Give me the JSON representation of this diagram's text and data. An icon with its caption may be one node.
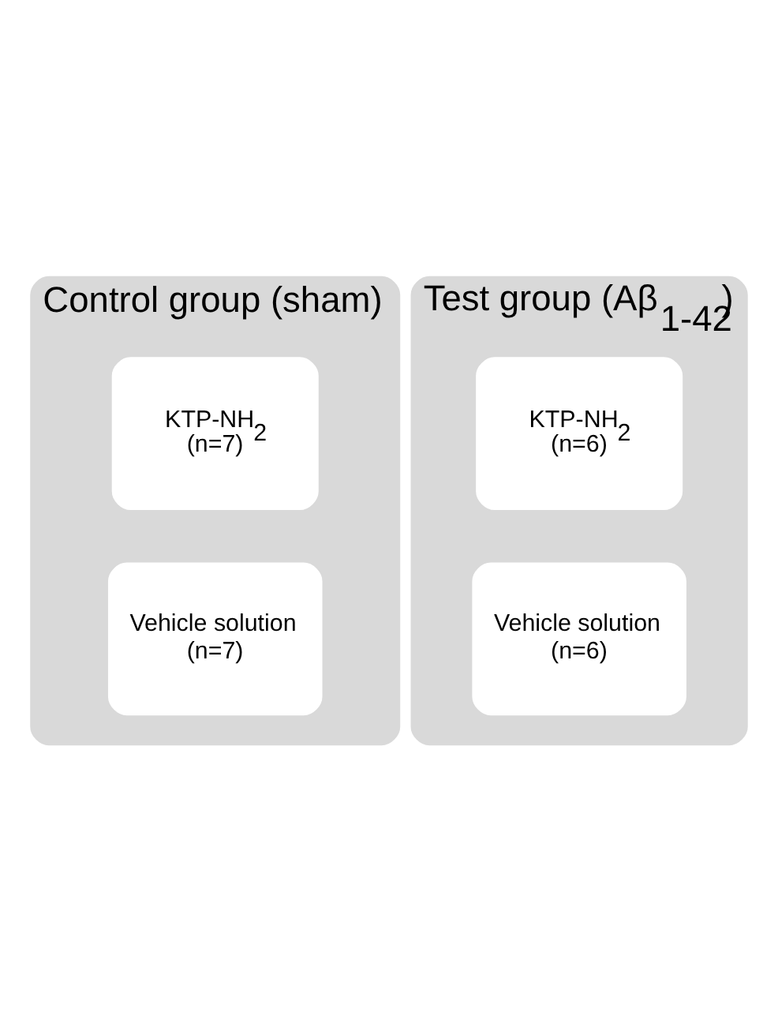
{
  "diagram": {
    "nodes": [
      {
        "text": [
          "Control group (sham)"
        ]
      },
      {
        "text": [
          "KTP-NH$_{2}$",
          "(n=7)"
        ],
        "in": 0
      },
      {
        "text": [
          "Vehicle solution",
          "(n=7)"
        ],
        "in": 0
      },
      {
        "text": [
          "Test group (Aβ$_{1-42}$)"
        ]
      },
      {
        "text": [
          "KTP-NH$_{2}$",
          "(n=6)"
        ],
        "in": 3
      },
      {
        "text": [
          "Vehicle solution",
          "(n=6)"
        ],
        "in": 3
      }
    ],
    "edges": []
  }
}
